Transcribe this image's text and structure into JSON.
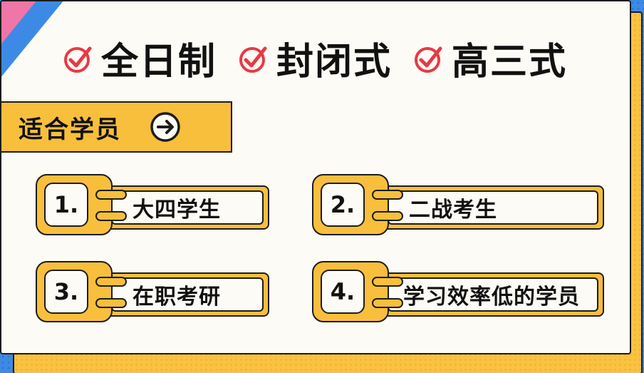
{
  "headline": [
    {
      "icon": "check-circle-icon",
      "text": "全日制"
    },
    {
      "icon": "check-circle-icon",
      "text": "封闭式"
    },
    {
      "icon": "check-circle-icon",
      "text": "高三式"
    }
  ],
  "suitable": {
    "label": "适合学员",
    "icon": "arrow-right-circle-icon"
  },
  "items": [
    {
      "number": "1.",
      "label": "大四学生"
    },
    {
      "number": "2.",
      "label": "二战考生"
    },
    {
      "number": "3.",
      "label": "在职考研"
    },
    {
      "number": "4.",
      "label": "学习效率低的学员"
    }
  ],
  "colors": {
    "yellow": "#f8bf3c",
    "blue": "#3d8ae6",
    "pink": "#ef76a6",
    "red_check": "#e63a45",
    "cream": "#fdfbf5",
    "ink": "#1c1c1c"
  }
}
